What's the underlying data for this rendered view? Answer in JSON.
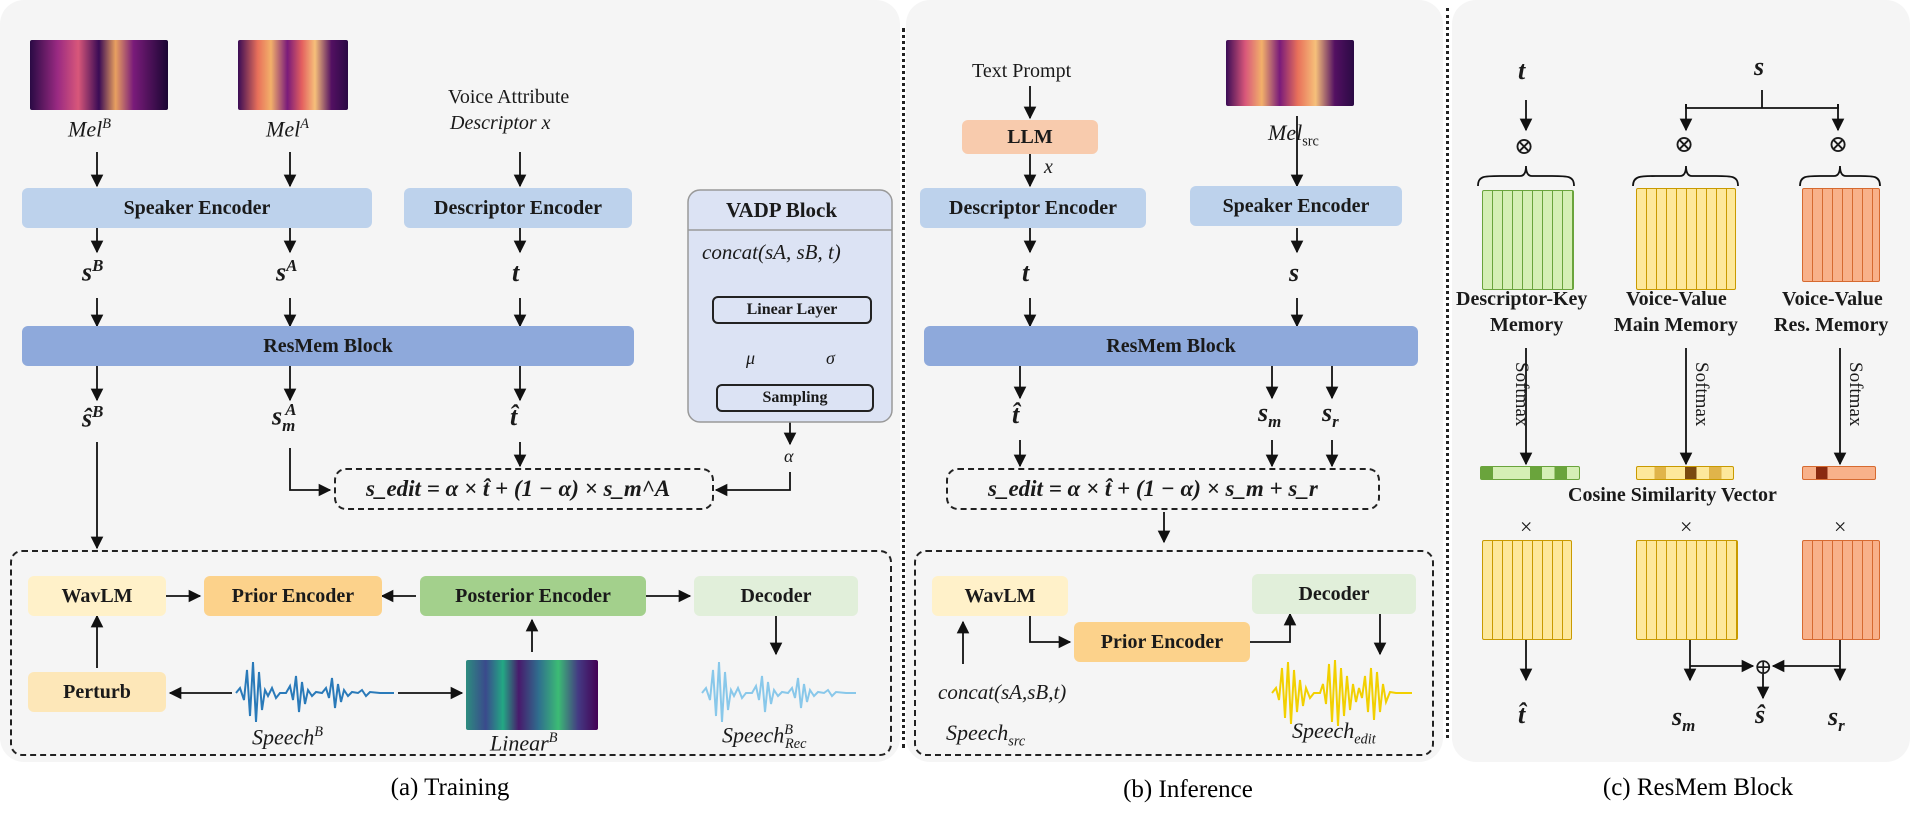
{
  "training": {
    "mel_b": "Mel",
    "mel_b_sup": "B",
    "mel_a": "Mel",
    "mel_a_sup": "A",
    "vad_line1": "Voice Attribute",
    "vad_line2": "Descriptor x",
    "speaker_encoder": "Speaker Encoder",
    "descriptor_encoder": "Descriptor Encoder",
    "s_b": "s",
    "s_b_sup": "B",
    "s_a": "s",
    "s_a_sup": "A",
    "t": "t",
    "resmem": "ResMem Block",
    "s_hat_b": "ŝ",
    "s_hat_b_sup": "B",
    "s_m_a": "s",
    "s_m_a_sub": "m",
    "s_m_a_sup": "A",
    "t_hat": "t̂",
    "equation": "s_edit = α × t̂ + (1 − α) × s_m^A",
    "vadp_title": "VADP Block",
    "vadp_concat": "concat(sA, sB, t)",
    "linear_layer": "Linear Layer",
    "mu": "μ",
    "sigma": "σ",
    "sampling": "Sampling",
    "alpha": "α",
    "wavlm": "WavLM",
    "prior_encoder": "Prior Encoder",
    "posterior_encoder": "Posterior Encoder",
    "decoder": "Decoder",
    "perturb": "Perturb",
    "speech_b": "Speech",
    "speech_b_sup": "B",
    "linear_b": "Linear",
    "linear_b_sup": "B",
    "speech_rec": "Speech",
    "speech_rec_sup": "B",
    "speech_rec_sub": "Rec",
    "caption": "(a) Training"
  },
  "inference": {
    "text_prompt": "Text Prompt",
    "llm": "LLM",
    "x": "x",
    "mel_src": "Mel",
    "mel_src_sub": "src",
    "descriptor_encoder": "Descriptor Encoder",
    "speaker_encoder": "Speaker Encoder",
    "t": "t",
    "s": "s",
    "resmem": "ResMem Block",
    "t_hat": "t̂",
    "s_m": "s",
    "s_m_sub": "m",
    "s_r": "s",
    "s_r_sub": "r",
    "equation": "s_edit = α × t̂ + (1 − α) × s_m + s_r",
    "wavlm": "WavLM",
    "prior_encoder": "Prior Encoder",
    "decoder": "Decoder",
    "concat": "concat(sA,sB,t)",
    "speech_src": "Speech",
    "speech_src_sub": "src",
    "speech_edit": "Speech",
    "speech_edit_sub": "edit",
    "caption": "(b) Inference"
  },
  "resmem": {
    "t": "t",
    "s": "s",
    "otimes": "⊗",
    "times": "×",
    "oplus": "⊕",
    "dk_line1": "Descriptor-Key",
    "dk_line2": "Memory",
    "vvm_line1": "Voice-Value",
    "vvm_line2": "Main Memory",
    "vvr_line1": "Voice-Value",
    "vvr_line2": "Res. Memory",
    "softmax": "Softmax",
    "cos_sim": "Cosine Similarity Vector",
    "t_hat": "t̂",
    "s_m": "s",
    "s_m_sub": "m",
    "s_hat": "ŝ",
    "s_r": "s",
    "s_r_sub": "r",
    "caption": "(c) ResMem Block"
  },
  "colors": {
    "speaker_encoder": "#bdd2ec",
    "resmem_block": "#8ea9db",
    "llm": "#f8cbad",
    "wavlm": "#fff1c9",
    "prior_encoder": "#fcd28b",
    "posterior_encoder": "#a3d08c",
    "decoder": "#e1efda",
    "descriptor_memory": "#d5efb5",
    "main_memory": "#fde89b",
    "res_memory": "#f8b18a"
  }
}
